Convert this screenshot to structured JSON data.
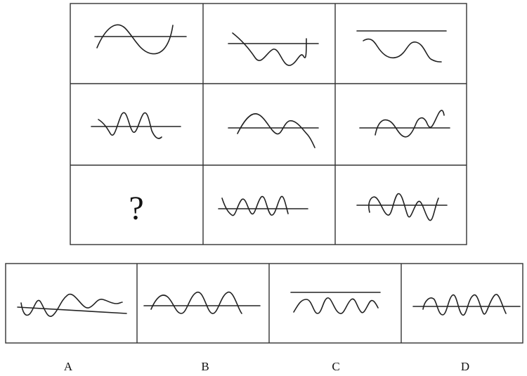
{
  "puzzle": {
    "missing_cell_symbol": "?"
  },
  "options": [
    {
      "label": "A"
    },
    {
      "label": "B"
    },
    {
      "label": "C"
    },
    {
      "label": "D"
    }
  ]
}
